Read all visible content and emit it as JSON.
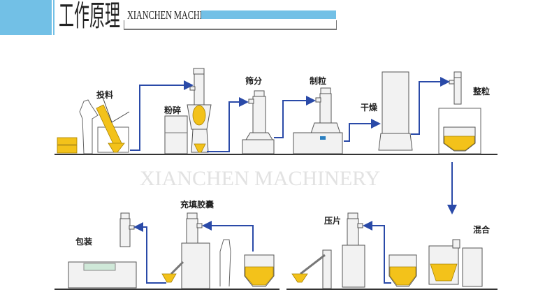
{
  "header": {
    "title": "工作原理",
    "subtitle": "XIANCHEN MACHINERY",
    "accent_color": "#72c0e6"
  },
  "watermark": "XIANCHEN MACHINERY",
  "steps": {
    "feeding": "投料",
    "crushing": "粉碎",
    "sieving": "筛分",
    "granulating": "制粒",
    "drying": "干燥",
    "sizing": "整粒",
    "mixing": "混合",
    "tableting": "压片",
    "capsule_filling": "充填胶囊",
    "packaging": "包装"
  },
  "flow_color": "#2a4aa8",
  "material_color": "#f3c21a"
}
